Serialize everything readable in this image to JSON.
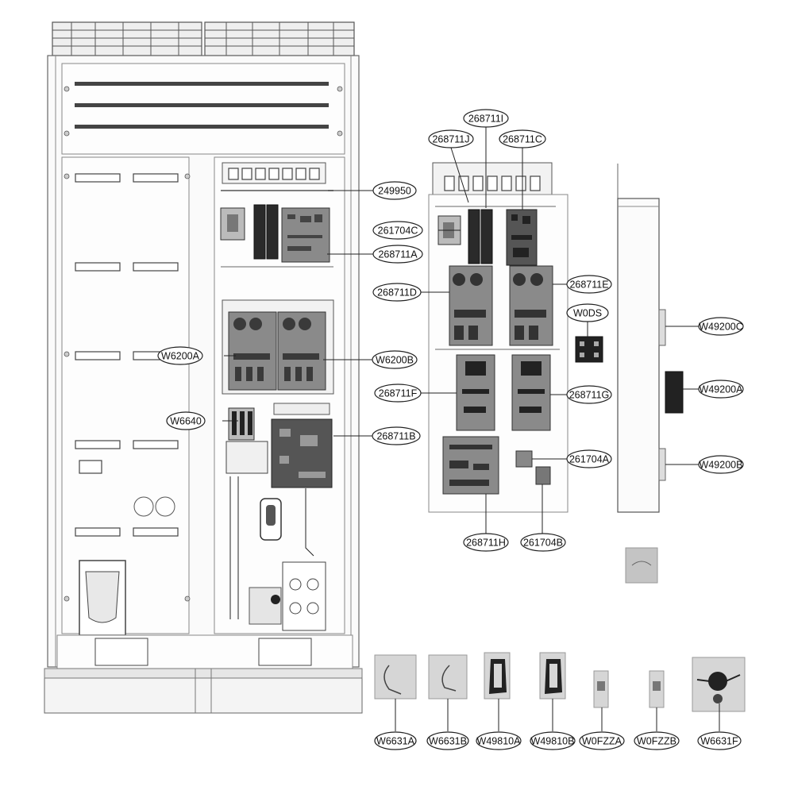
{
  "callouts": {
    "c249950": "249950",
    "c261704C": "261704C",
    "c268711A": "268711A",
    "cW6200A": "W6200A",
    "cW6200B": "W6200B",
    "cW6640": "W6640",
    "c268711B": "268711B",
    "c268711I": "268711I",
    "c268711J": "268711J",
    "c268711C": "268711C",
    "c268711D": "268711D",
    "c268711E": "268711E",
    "cW0DS": "W0DS",
    "c268711F": "268711F",
    "c268711G": "268711G",
    "c261704A": "261704A",
    "c268711H": "268711H",
    "c261704B": "261704B",
    "cW49200C": "W49200C",
    "cW49200A": "W49200A",
    "cW49200B": "W49200B",
    "cW6631A": "W6631A",
    "cW6631B": "W6631B",
    "cW49810A": "W49810A",
    "cW49810B": "W49810B",
    "cW0FZZA": "W0FZZA",
    "cW0FZZB": "W0FZZB",
    "cW6631F": "W6631F"
  }
}
